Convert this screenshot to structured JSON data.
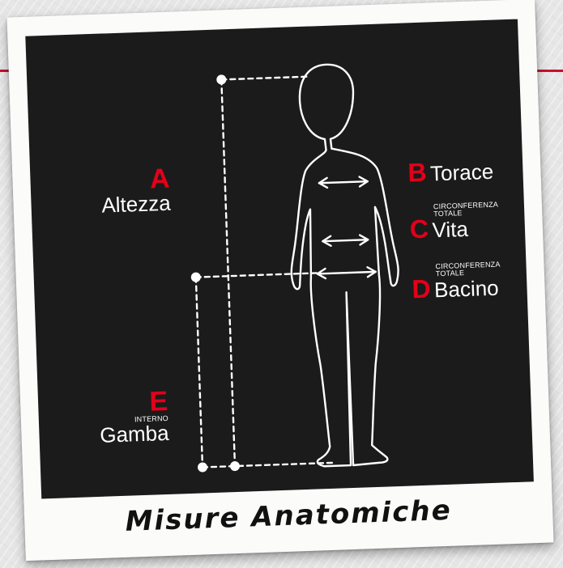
{
  "labels": {
    "a": {
      "letter": "A",
      "name": "Altezza"
    },
    "b": {
      "letter": "B",
      "name": "Torace"
    },
    "c": {
      "letter": "C",
      "note": "CIRCONFERENZA\nTOTALE",
      "name": "Vita"
    },
    "d": {
      "letter": "D",
      "note": "CIRCONFERENZA\nTOTALE",
      "name": "Bacino"
    },
    "e": {
      "letter": "E",
      "note": "INTERNO",
      "name": "Gamba"
    }
  },
  "caption": "Misure Anatomiche",
  "colors": {
    "accent": "#e2001a",
    "panel": "#1c1b1b",
    "line": "#ffffff"
  }
}
